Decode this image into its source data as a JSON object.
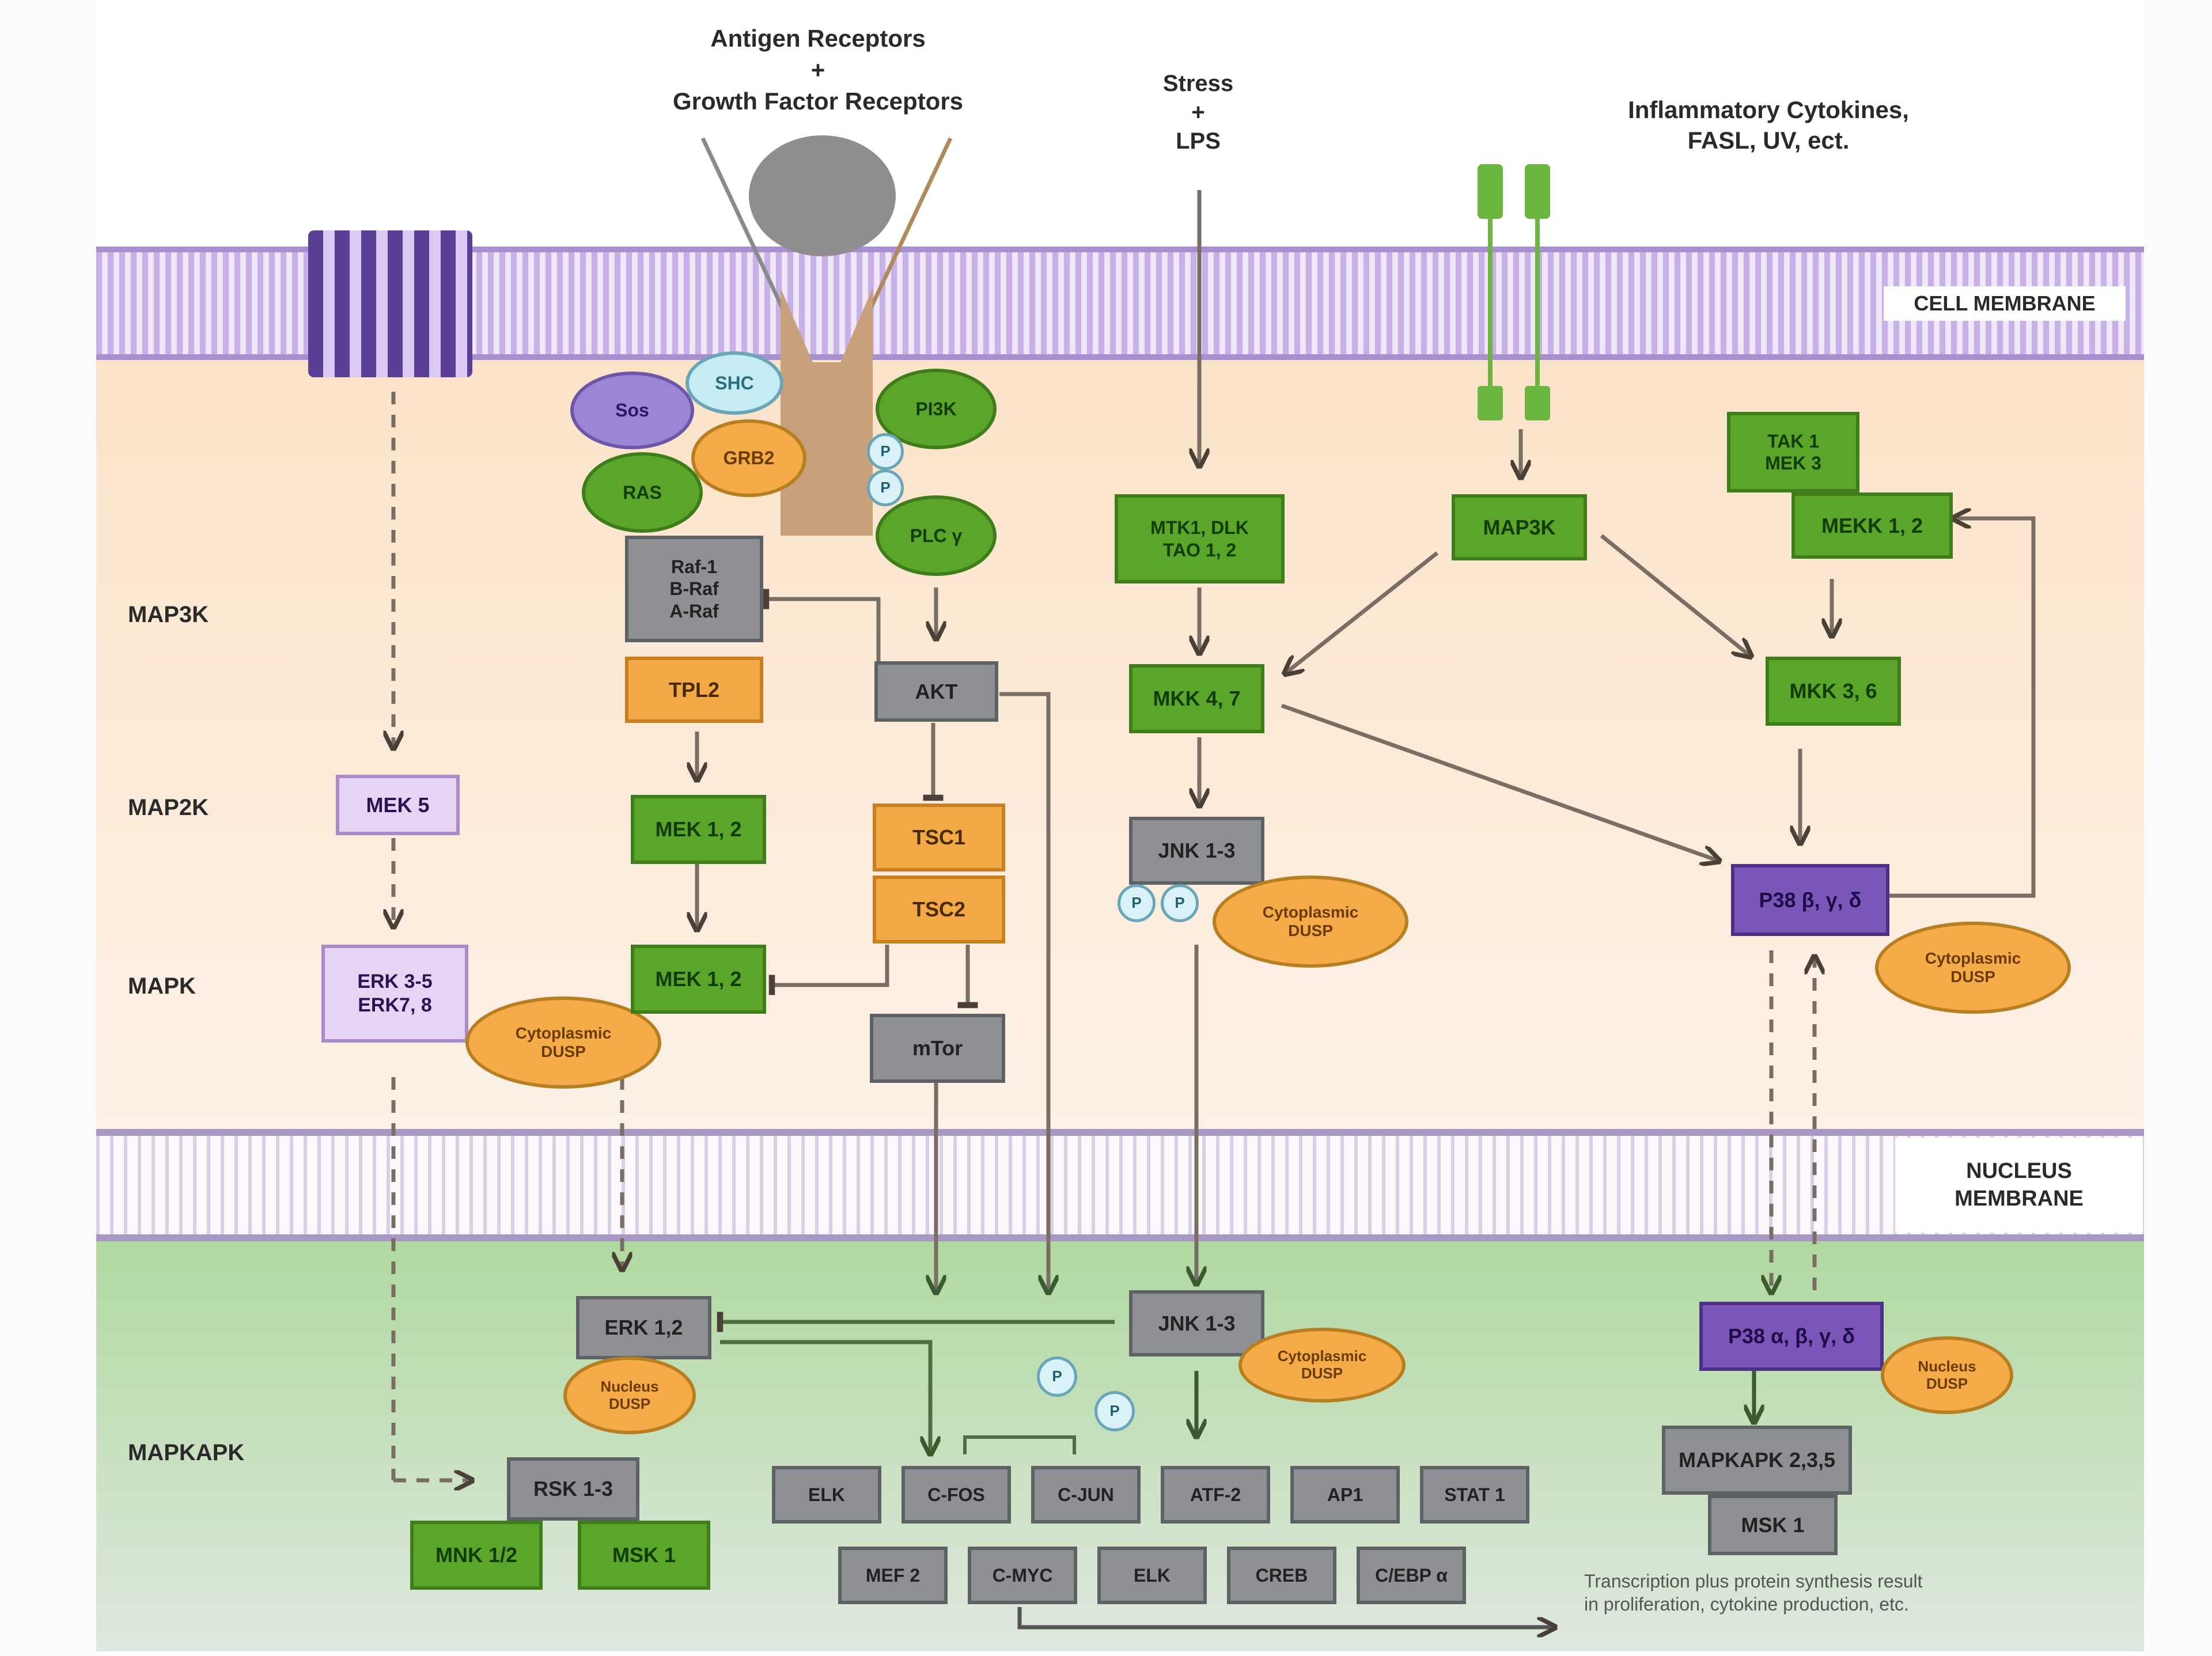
{
  "title": "MAPK signaling pathway",
  "stimuli": {
    "antigen": "Antigen Receptors\n+\nGrowth Factor Receptors",
    "stress": "Stress\n+\nLPS",
    "inflammatory": "Inflammatory Cytokines,\nFASL, UV, ect."
  },
  "compartments": {
    "cell_membrane": "CELL MEMBRANE",
    "nucleus_membrane": "NUCLEUS\nMEMBRANE"
  },
  "levels": {
    "map3k": "MAP3K",
    "map2k": "MAP2K",
    "mapk": "MAPK",
    "mapkapk": "MAPKAPK"
  },
  "colors": {
    "cytoplasm": "#fbe6cf",
    "nucleus": "#b4dba6",
    "membrane": "#b79ae0",
    "green_node": "#5aa52a",
    "grey_node": "#8e9093",
    "orange_node": "#f3a945",
    "purple_node": "#7a56b8",
    "arrow": "#6b5f55"
  },
  "adaptors": {
    "sos": "Sos",
    "shc": "SHC",
    "grb2": "GRB2",
    "ras": "RAS",
    "pi3k": "PI3K",
    "plc": "PLC γ",
    "p": "P"
  },
  "nodes": {
    "raf": "Raf-1\nB-Raf\nA-Raf",
    "tpl2": "TPL2",
    "akt": "AKT",
    "tsc1": "TSC1",
    "tsc2": "TSC2",
    "mtor": "mTor",
    "mek5": "MEK 5",
    "mek12": "MEK 1, 2",
    "erk_cyto": "MEK 1, 2",
    "erk35": "ERK 3-5\nERK7, 8",
    "mtk": "MTK1, DLK\nTAO 1, 2",
    "map3k_r": "MAP3K",
    "tak": "TAK 1\nMEK 3",
    "mekk": "MEKK 1, 2",
    "mkk47": "MKK 4, 7",
    "mkk36": "MKK 3, 6",
    "jnk_cyto": "JNK 1-3",
    "p38_cyto": "P38 β, γ, δ",
    "erk12": "ERK 1,2",
    "jnk_nuc": "JNK 1-3",
    "p38_nuc": "P38 α, β, γ, δ",
    "rsk": "RSK 1-3",
    "mnk": "MNK 1/2",
    "msk1_l": "MSK 1",
    "mapkapk": "MAPKAPK 2,3,5",
    "msk1_r": "MSK 1"
  },
  "dusp": {
    "cyto": "Cytoplasmic\nDUSP",
    "nuclear": "Nucleus\nDUSP",
    "cyto_nuc": "Cytoplasmic\nDUSP"
  },
  "tf_row1": [
    "ELK",
    "C-FOS",
    "C-JUN",
    "ATF-2",
    "AP1",
    "STAT 1"
  ],
  "tf_row2": [
    "MEF 2",
    "C-MYC",
    "ELK",
    "CREB",
    "C/EBP α"
  ],
  "outcome": "Transcription plus protein synthesis  result\nin proliferation, cytokine production, etc."
}
